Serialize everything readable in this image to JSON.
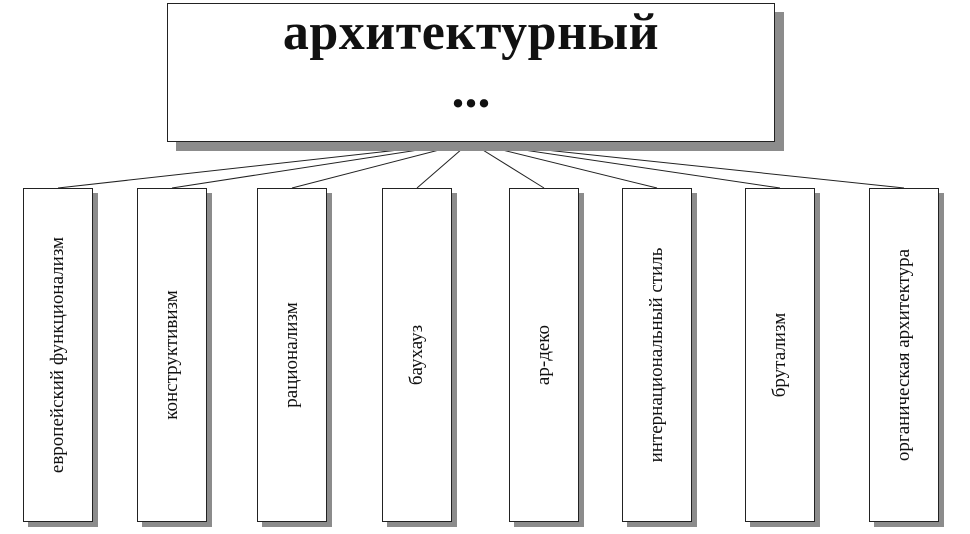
{
  "diagram": {
    "root": {
      "title": "архитектурный",
      "ellipsis": "..."
    },
    "branches": [
      {
        "label": "европейский функционализм"
      },
      {
        "label": "конструктивизм"
      },
      {
        "label": "рационализм"
      },
      {
        "label": "баухауз"
      },
      {
        "label": "ар-деко"
      },
      {
        "label": "интернациональный стиль"
      },
      {
        "label": "брутализм"
      },
      {
        "label": "органическая архитектура"
      }
    ],
    "colors": {
      "border": "#222222",
      "shadow": "#8c8c8c",
      "background": "#ffffff",
      "text": "#111111"
    }
  }
}
